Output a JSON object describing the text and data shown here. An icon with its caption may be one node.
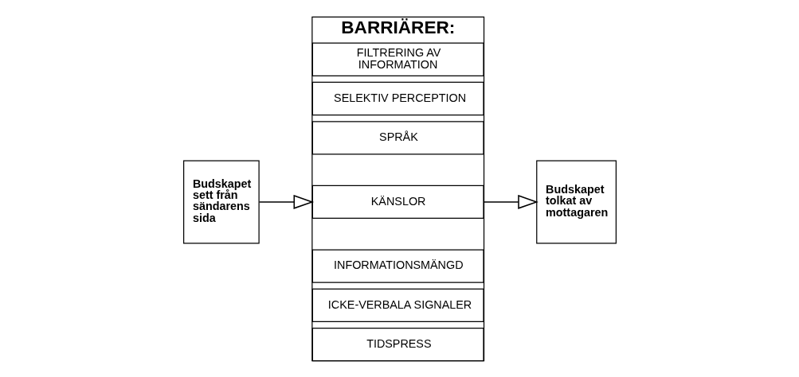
{
  "diagram": {
    "nodes": [
      {
        "text": [
          "Budskapet sett från sändarens sida"
        ]
      },
      {
        "text": [
          "BARRIÄRER:"
        ]
      },
      {
        "text": [
          "FILTRERING AV INFORMATION"
        ],
        "in": 1
      },
      {
        "text": [
          "SELEKTIV PERCEPTION"
        ],
        "in": 1
      },
      {
        "text": [
          "SPRÅK"
        ],
        "in": 1
      },
      {
        "text": [
          "KÄNSLOR"
        ],
        "in": 1
      },
      {
        "text": [
          "INFORMATIONSMÄNGD"
        ],
        "in": 1
      },
      {
        "text": [
          "ICKE-VERBALA SIGNALER"
        ],
        "in": 1
      },
      {
        "text": [
          "TIDSPRESS"
        ],
        "in": 1
      },
      {
        "text": [
          "Budskapet tolkat av mottagaren"
        ]
      }
    ],
    "edges": [
      {
        "from": 0,
        "to": 1,
        "arrow": "to"
      },
      {
        "from": 1,
        "to": 9,
        "arrow": "to"
      }
    ]
  }
}
